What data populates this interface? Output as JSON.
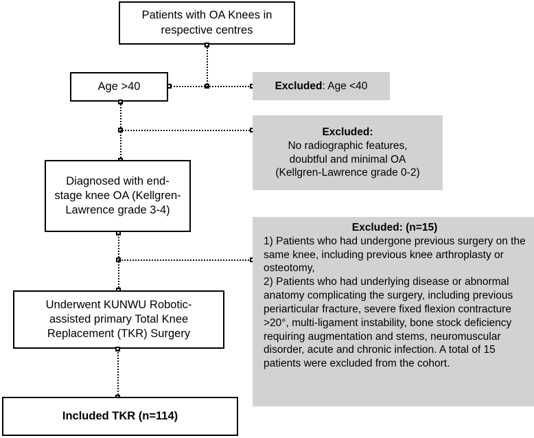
{
  "diagram": {
    "type": "flowchart",
    "title": "Patient selection flow diagram",
    "colors": {
      "box_fill": "#ffffff",
      "box_border": "#000000",
      "excluded_fill": "#d2d2d2",
      "text": "#000000",
      "connector": "#111111"
    },
    "nodes": {
      "source": {
        "label": "Patients with OA Knees in\nrespective centres",
        "kind": "included"
      },
      "age": {
        "label": "Age >40",
        "kind": "included"
      },
      "diagnosed": {
        "label": "Diagnosed with end-\nstage knee OA (Kellgren-\nLawrence grade 3-4)",
        "kind": "included"
      },
      "surgery": {
        "label": "Underwent KUNWU Robotic-\nassisted primary Total Knee\nReplacement (TKR) Surgery",
        "kind": "included"
      },
      "included": {
        "label": "Included TKR (n=114)",
        "kind": "included"
      }
    },
    "exclusions": {
      "age": {
        "lead": "Excluded",
        "rest": ": Age <40"
      },
      "radiographic": {
        "title": "Excluded:",
        "body": "No radiographic features,\ndoubtful and minimal OA\n(Kellgren-Lawrence grade 0-2)"
      },
      "surgical": {
        "title": "Excluded: (n=15)",
        "body": "1) Patients who had undergone previous surgery on the same knee, including previous knee arthroplasty or osteotomy,\n2) Patients who had underlying disease or abnormal anatomy complicating the surgery, including previous periarticular fracture, severe fixed flexion contracture >20°, multi-ligament instability, bone stock deficiency requiring augmentation and stems, neuromuscular disorder, acute and chronic infection. A total of 15 patients were excluded from the cohort."
      }
    }
  }
}
